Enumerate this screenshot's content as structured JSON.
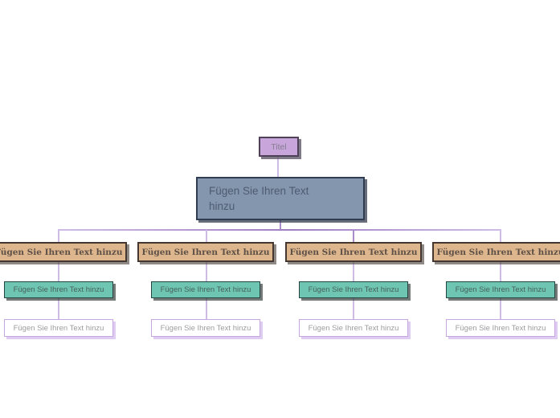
{
  "map": {
    "root": {
      "label": "Titel"
    },
    "main": {
      "label": "Fügen Sie Ihren Text hinzu"
    },
    "branches": [
      {
        "topic": "Fügen Sie Ihren Text hinzu",
        "subtopic": "Fügen Sie Ihren Text hinzu",
        "detail": "Fügen Sie Ihren Text hinzu"
      },
      {
        "topic": "Fügen Sie Ihren Text hinzu",
        "subtopic": "Fügen Sie Ihren Text hinzu",
        "detail": "Fügen Sie Ihren Text hinzu"
      },
      {
        "topic": "Fügen Sie Ihren Text hinzu",
        "subtopic": "Fügen Sie Ihren Text hinzu",
        "detail": "Fügen Sie Ihren Text hinzu"
      },
      {
        "topic": "Fügen Sie Ihren Text hinzu",
        "subtopic": "Fügen Sie Ihren Text hinzu",
        "detail": "Fügen Sie Ihren Text hinzu"
      }
    ],
    "colors": {
      "root_fill": "#c8a5db",
      "root_border": "#4f4157",
      "main_fill": "#8496ae",
      "main_border": "#303c52",
      "branch_topic_fill": "#ddb68e",
      "branch_topic_border": "#443730",
      "subtopic_fill": "#6ec6b2",
      "subtopic_border": "#234440",
      "detail_fill": "#ffffff",
      "detail_border": "#c6a7e2",
      "connector": "#a98cc9",
      "connector_light": "#cfbce6",
      "background": "#ffffff"
    }
  }
}
